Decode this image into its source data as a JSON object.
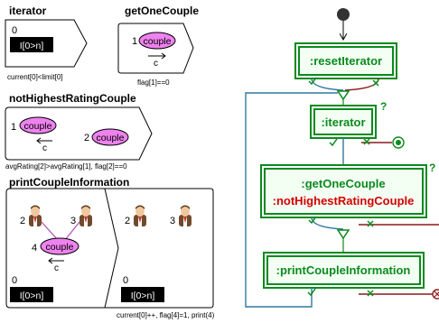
{
  "patterns": {
    "iterator": {
      "title": "iterator",
      "counter_index": "0",
      "counter_label": "I[0>n]",
      "condition": "current[0]<limit[0]"
    },
    "get_one_couple": {
      "title": "getOneCouple",
      "node_index": "1",
      "node_label": "couple",
      "edge_label": "c",
      "condition": "flag[1]==0"
    },
    "not_highest_rating_couple": {
      "title": "notHighestRatingCouple",
      "left_index": "1",
      "left_label": "couple",
      "right_index": "2",
      "right_label": "couple",
      "edge_label": "c",
      "condition": "avgRating[2]>avgRating[1], flag[2]==0"
    },
    "print_couple_information": {
      "title": "printCoupleInformation",
      "left_person_index": "2",
      "right_person_index": "3",
      "couple_index": "4",
      "couple_label": "couple",
      "edge_label": "c",
      "lhs_counter_index": "0",
      "lhs_counter_label": "I[0>n]",
      "rhs_person_left_index": "2",
      "rhs_person_right_index": "3",
      "rhs_counter_index": "0",
      "rhs_counter_label": "I[0>n]",
      "actions": "current[0]++, flag[4]=1, print(4)"
    }
  },
  "control_flow": {
    "reset_iterator": ":resetIterator",
    "iterator": ":iterator",
    "iterator_marker": "?",
    "get_one_couple": ":getOneCouple",
    "not_highest_rating_couple": ":notHighestRatingCouple",
    "guard_marker": "?",
    "print_couple_information": ":printCoupleInformation"
  },
  "colors": {
    "node_green": "#0a8a1e",
    "node_fill": "#f4fff4",
    "condition_red": "#d40000",
    "couple_fill": "#ee82ee",
    "success_edge": "#2f7a9b",
    "failure_edge": "#8b1a1a"
  }
}
